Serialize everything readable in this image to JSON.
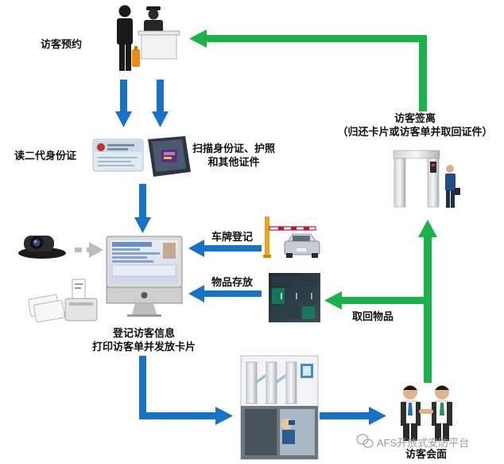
{
  "nodes": {
    "reservation": "访客预约",
    "read_id": "读二代身份证",
    "scan_docs_line1": "扫描身份证、护照",
    "scan_docs_line2": "和其他证件",
    "register_line1": "登记访客信息",
    "register_line2": "打印访客单并发放卡片",
    "plate_reg": "车牌登记",
    "item_storage": "物品存放",
    "retrieve_items": "取回物品",
    "checkout_line1": "访客签离",
    "checkout_line2": "（归还卡片或访客单并取回证件）",
    "meeting": "访客会面"
  },
  "watermark": "AFS开放式安防平台",
  "colors": {
    "blue_arrow": "#1673c8",
    "green_arrow": "#19b34a",
    "gray_arrow": "#bcbcbc"
  },
  "icons": [
    "visitor-desk-icon",
    "id-card-icon",
    "passport-scanner-icon",
    "computer-icon",
    "webcam-icon",
    "card-printer-icon",
    "barrier-car-icon",
    "locker-icon",
    "turnstile-icon",
    "metal-detector-icon",
    "handshake-icon",
    "wechat-icon"
  ]
}
